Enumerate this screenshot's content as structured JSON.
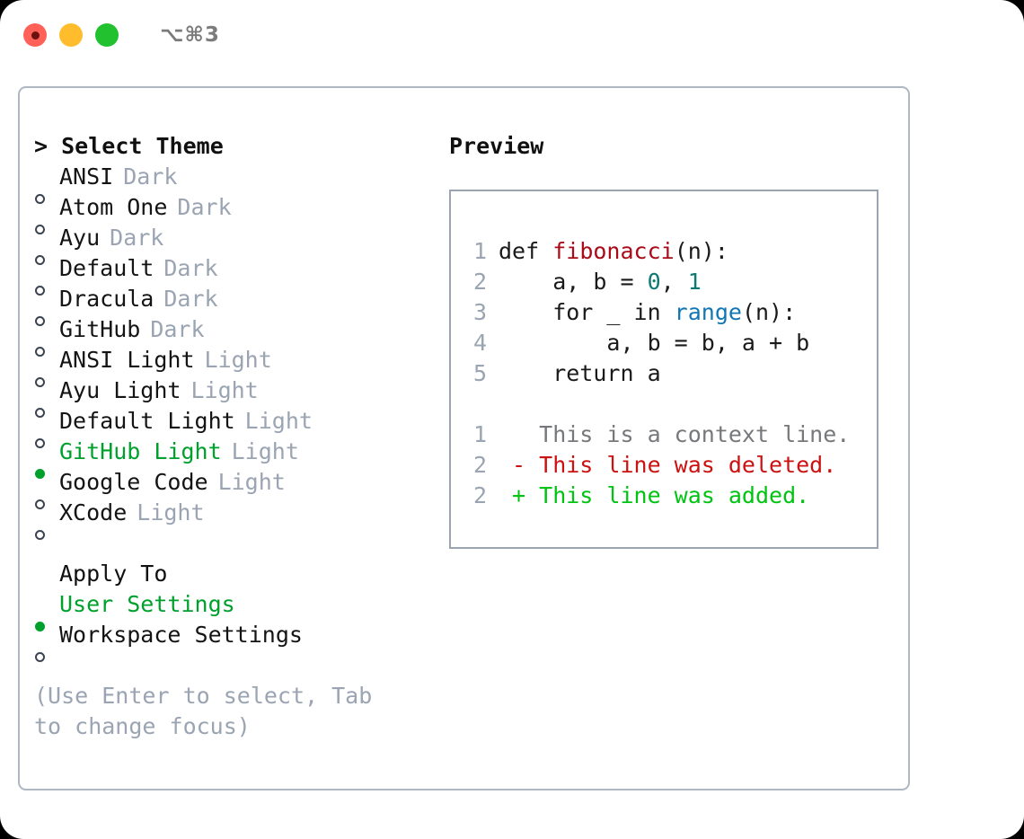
{
  "titlebar": {
    "shortcut": "⌥⌘3",
    "buttons": [
      {
        "name": "close",
        "color": "#ff6159"
      },
      {
        "name": "minimize",
        "color": "#ffbd2e"
      },
      {
        "name": "zoom",
        "color": "#21c12f"
      }
    ]
  },
  "theme_picker": {
    "caret": ">",
    "title": "Select Theme",
    "selected_index": 9,
    "options": [
      {
        "label": "ANSI",
        "kind": "Dark",
        "selected": false
      },
      {
        "label": "Atom One",
        "kind": "Dark",
        "selected": false
      },
      {
        "label": "Ayu",
        "kind": "Dark",
        "selected": false
      },
      {
        "label": "Default",
        "kind": "Dark",
        "selected": false
      },
      {
        "label": "Dracula",
        "kind": "Dark",
        "selected": false
      },
      {
        "label": "GitHub",
        "kind": "Dark",
        "selected": false
      },
      {
        "label": "ANSI Light",
        "kind": "Light",
        "selected": false
      },
      {
        "label": "Ayu Light",
        "kind": "Light",
        "selected": false
      },
      {
        "label": "Default Light",
        "kind": "Light",
        "selected": false
      },
      {
        "label": "GitHub Light",
        "kind": "Light",
        "selected": true
      },
      {
        "label": "Google Code",
        "kind": "Light",
        "selected": false
      },
      {
        "label": "XCode",
        "kind": "Light",
        "selected": false
      }
    ]
  },
  "apply_to": {
    "title": "Apply To",
    "options": [
      {
        "label": "User Settings",
        "selected": true
      },
      {
        "label": "Workspace Settings",
        "selected": false
      }
    ]
  },
  "hint": "(Use Enter to select, Tab to change focus)",
  "preview": {
    "title": "Preview",
    "code_lines": [
      {
        "no": "1",
        "tokens": [
          {
            "t": "def ",
            "c": "plain"
          },
          {
            "t": "fibonacci",
            "c": "fn"
          },
          {
            "t": "(n):",
            "c": "plain"
          }
        ]
      },
      {
        "no": "2",
        "tokens": [
          {
            "t": "    a, b = ",
            "c": "plain"
          },
          {
            "t": "0",
            "c": "num"
          },
          {
            "t": ", ",
            "c": "plain"
          },
          {
            "t": "1",
            "c": "num"
          }
        ]
      },
      {
        "no": "3",
        "tokens": [
          {
            "t": "    for _ in ",
            "c": "plain"
          },
          {
            "t": "range",
            "c": "call"
          },
          {
            "t": "(n):",
            "c": "plain"
          }
        ]
      },
      {
        "no": "4",
        "tokens": [
          {
            "t": "        a, b = b, a + b",
            "c": "plain"
          }
        ]
      },
      {
        "no": "5",
        "tokens": [
          {
            "t": "    return a",
            "c": "plain"
          }
        ]
      }
    ],
    "diff_lines": [
      {
        "no": "1",
        "marker": " ",
        "text": "This is a context line.",
        "kind": "ctx"
      },
      {
        "no": "2",
        "marker": "-",
        "text": "This line was deleted.",
        "kind": "del"
      },
      {
        "no": "2",
        "marker": "+",
        "text": "This line was added.",
        "kind": "add"
      }
    ]
  },
  "colors": {
    "accent_green": "#00a02c",
    "muted": "#9aa4b2",
    "diff_add": "#00c411",
    "diff_del": "#cc1111",
    "fn_red": "#aa0b18",
    "num_teal": "#0d7a72",
    "call_blue": "#1276b5"
  }
}
